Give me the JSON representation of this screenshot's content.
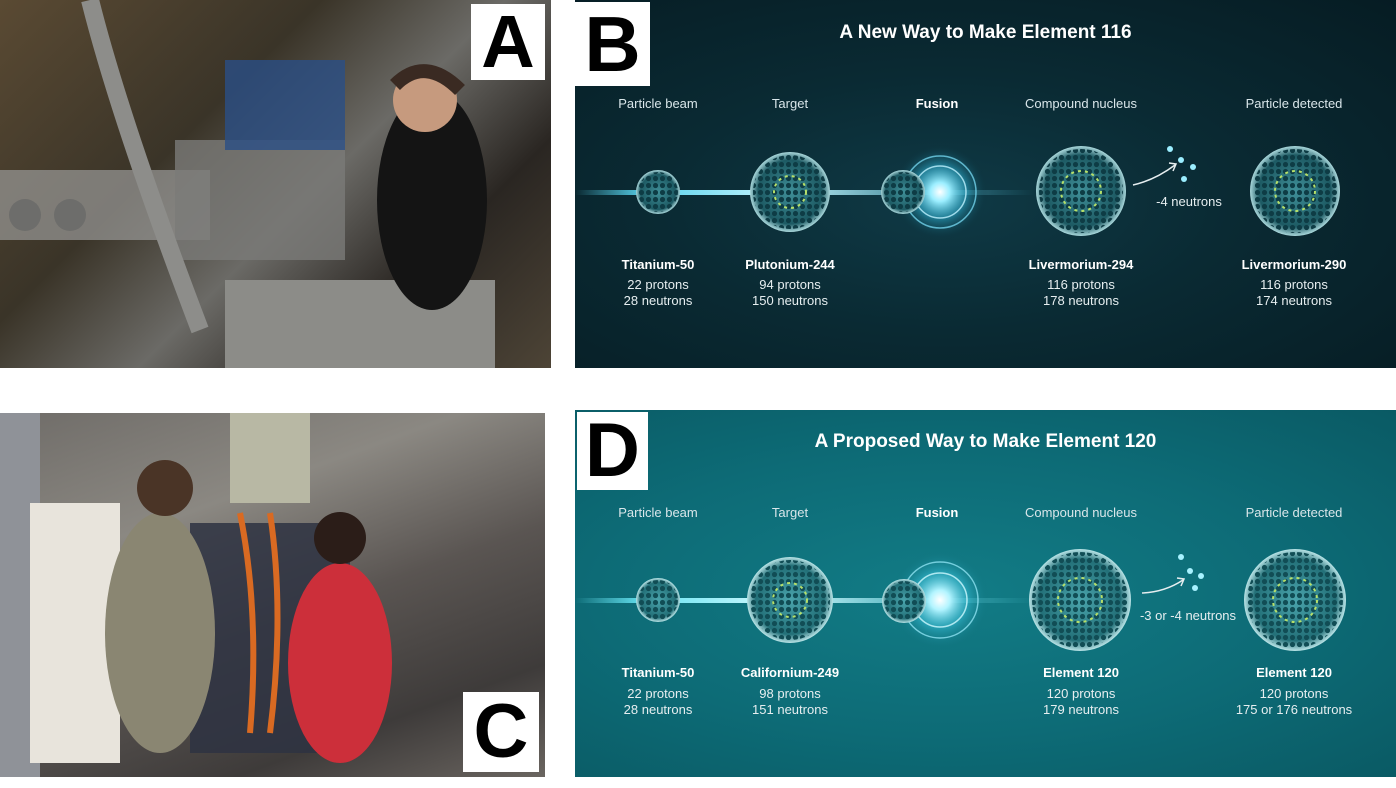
{
  "labels": {
    "a": "A",
    "b": "B",
    "c": "C",
    "d": "D"
  },
  "panel_b": {
    "title": "A New Way to Make Element 116",
    "stages": {
      "beam": {
        "heading": "Particle beam",
        "isotope": "Titanium-50",
        "protons": "22 protons",
        "neutrons": "28 neutrons"
      },
      "target": {
        "heading": "Target",
        "isotope": "Plutonium-244",
        "protons": "94 protons",
        "neutrons": "150 neutrons"
      },
      "fusion": {
        "heading": "Fusion"
      },
      "compound": {
        "heading": "Compound nucleus",
        "isotope": "Livermorium-294",
        "protons": "116 protons",
        "neutrons": "178 neutrons"
      },
      "detected": {
        "heading": "Particle detected",
        "isotope": "Livermorium-290",
        "protons": "116 protons",
        "neutrons": "174 neutrons"
      }
    },
    "emission": "-4 neutrons",
    "colors": {
      "background": "#0a2a33",
      "beam": "#5fe3ff"
    }
  },
  "panel_d": {
    "title": "A Proposed Way to Make Element 120",
    "stages": {
      "beam": {
        "heading": "Particle beam",
        "isotope": "Titanium-50",
        "protons": "22 protons",
        "neutrons": "28 neutrons"
      },
      "target": {
        "heading": "Target",
        "isotope": "Californium-249",
        "protons": "98 protons",
        "neutrons": "151 neutrons"
      },
      "fusion": {
        "heading": "Fusion"
      },
      "compound": {
        "heading": "Compound nucleus",
        "isotope": "Element 120",
        "protons": "120 protons",
        "neutrons": "179 neutrons"
      },
      "detected": {
        "heading": "Particle detected",
        "isotope": "Element 120",
        "protons": "120 protons",
        "neutrons": "175 or 176 neutrons"
      }
    },
    "emission": "-3 or -4 neutrons",
    "colors": {
      "background": "#0d6b76",
      "beam": "#6ff0ff"
    }
  }
}
